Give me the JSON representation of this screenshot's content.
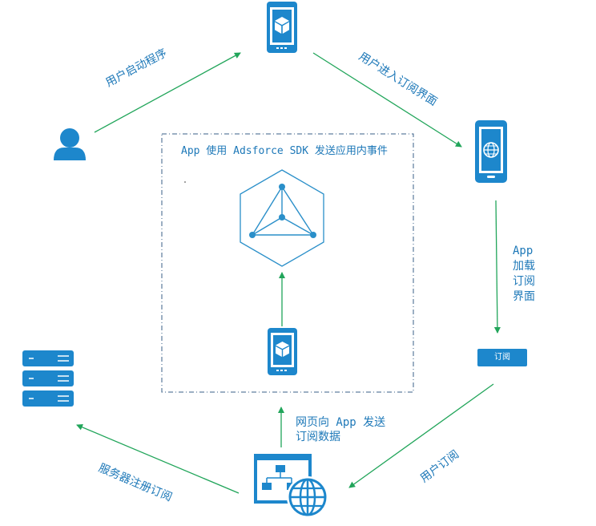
{
  "center_box": {
    "title": "App 使用 Adsforce SDK 发送应用内事件"
  },
  "labels": {
    "user_launch": "用户启动程序",
    "enter_subscribe": "用户进入订阅界面",
    "app_load_lines": [
      "App",
      "加载",
      "订阅",
      "界面"
    ],
    "user_subscribe": "用户订阅",
    "server_register": "服务器注册订阅",
    "web_to_app_line1": "网页向 App 发送",
    "web_to_app_line2": "订阅数据"
  },
  "subscribe_button": {
    "label": "订阅"
  },
  "icons": {
    "user": "user-icon",
    "phone_top": "phone-cube-icon",
    "phone_right": "phone-globe-icon",
    "phone_center": "phone-cube-icon",
    "sdk": "hexagon-network-icon",
    "server": "server-icon",
    "web": "webpage-globe-icon"
  },
  "colors": {
    "icon_blue": "#1d87cc",
    "arrow_green": "#21a55a",
    "text_blue": "#1d78b8",
    "box_border": "#3a5f87"
  }
}
